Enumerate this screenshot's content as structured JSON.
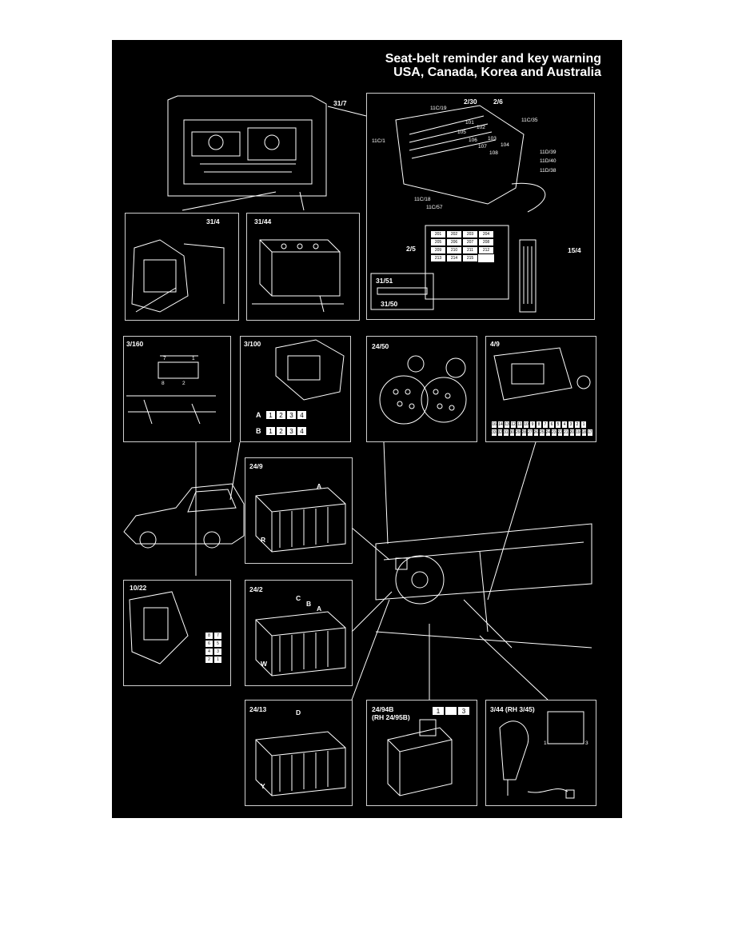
{
  "title": {
    "line1": "Seat-belt reminder and key warning",
    "line2": "USA, Canada, Korea and Australia"
  },
  "panels": {
    "engine_bay": {
      "ref": "31/7"
    },
    "fuse_box": {
      "refs": [
        "2/30",
        "2/6",
        "11C/19",
        "11C/35",
        "11C/1",
        "11D/39",
        "11D/40",
        "11D/38",
        "11C/18",
        "11C/57",
        "2/5",
        "15/4",
        "31/51",
        "31/50"
      ],
      "relays": [
        "101",
        "102",
        "103",
        "104",
        "105",
        "106",
        "107",
        "108"
      ],
      "fuses": [
        "201",
        "202",
        "203",
        "204",
        "205",
        "206",
        "207",
        "208",
        "209",
        "210",
        "211",
        "212",
        "213",
        "214",
        "215"
      ]
    },
    "p_31_4": {
      "ref": "31/4"
    },
    "p_31_44": {
      "ref": "31/44"
    },
    "p_3_160": {
      "ref": "3/160",
      "pins": [
        "7",
        "1",
        "8",
        "2"
      ]
    },
    "p_3_100": {
      "ref": "3/100",
      "row_a": {
        "label": "A",
        "pins": [
          "1",
          "2",
          "3",
          "4"
        ]
      },
      "row_b": {
        "label": "B",
        "pins": [
          "1",
          "2",
          "3",
          "4"
        ]
      }
    },
    "p_24_50": {
      "ref": "24/50"
    },
    "p_4_9": {
      "ref": "4/9",
      "row1": [
        "16",
        "14",
        "13",
        "12",
        "11",
        "10",
        "9",
        "8",
        "7",
        "6",
        "5",
        "4",
        "3",
        "2",
        "1"
      ],
      "row2": [
        "33",
        "32",
        "31",
        "30",
        "29",
        "28",
        "27",
        "26",
        "25",
        "24",
        "23",
        "22",
        "21",
        "20",
        "19",
        "18",
        "17"
      ]
    },
    "p_24_9": {
      "ref": "24/9",
      "letters": [
        "A",
        "R"
      ]
    },
    "p_24_2": {
      "ref": "24/2",
      "letters": [
        "C",
        "B",
        "A",
        "W"
      ]
    },
    "p_10_22": {
      "ref": "10/22",
      "pins": [
        "8",
        "7",
        "6",
        "5",
        "4",
        "3",
        "2",
        "1"
      ]
    },
    "p_24_13": {
      "ref": "24/13",
      "letters": [
        "D",
        "Y"
      ]
    },
    "p_24_94b": {
      "ref": "24/94B",
      "sub": "(RH 24/95B)",
      "pins": [
        "1",
        "3"
      ]
    },
    "p_3_44": {
      "ref": "3/44 (RH 3/45)",
      "pins": [
        "1",
        "3"
      ]
    }
  }
}
